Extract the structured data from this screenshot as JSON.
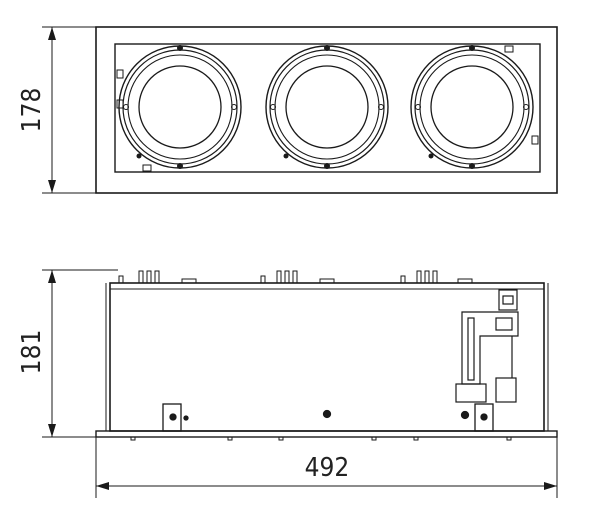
{
  "dimensions": {
    "height_top": "178",
    "height_side": "181",
    "width": "492"
  },
  "colors": {
    "line": "#1a1a1a",
    "background": "#ffffff"
  }
}
